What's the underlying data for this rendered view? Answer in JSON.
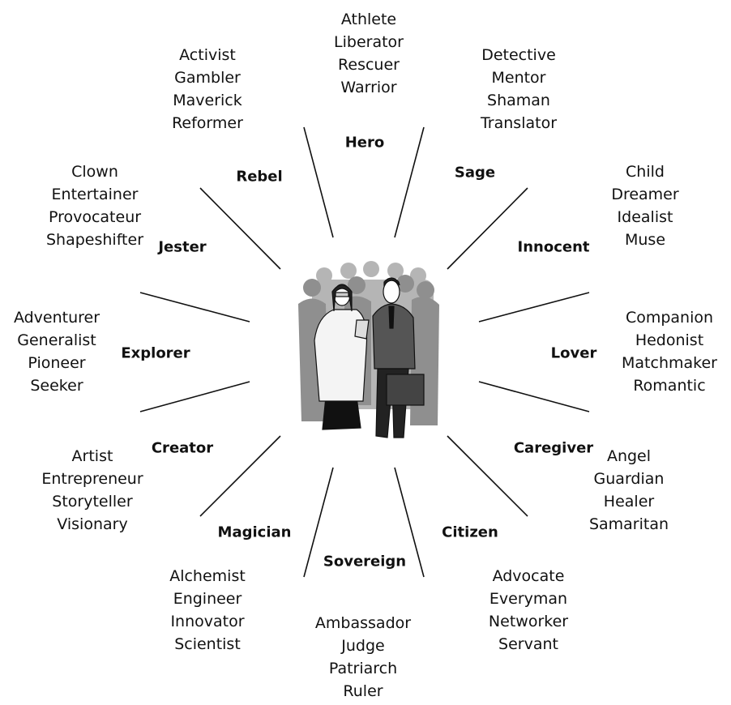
{
  "archetypes": {
    "hero": {
      "label": "Hero",
      "roles": [
        "Athlete",
        "Liberator",
        "Rescuer",
        "Warrior"
      ]
    },
    "sage": {
      "label": "Sage",
      "roles": [
        "Detective",
        "Mentor",
        "Shaman",
        "Translator"
      ]
    },
    "innocent": {
      "label": "Innocent",
      "roles": [
        "Child",
        "Dreamer",
        "Idealist",
        "Muse"
      ]
    },
    "lover": {
      "label": "Lover",
      "roles": [
        "Companion",
        "Hedonist",
        "Matchmaker",
        "Romantic"
      ]
    },
    "caregiver": {
      "label": "Caregiver",
      "roles": [
        "Angel",
        "Guardian",
        "Healer",
        "Samaritan"
      ]
    },
    "citizen": {
      "label": "Citizen",
      "roles": [
        "Advocate",
        "Everyman",
        "Networker",
        "Servant"
      ]
    },
    "sovereign": {
      "label": "Sovereign",
      "roles": [
        "Ambassador",
        "Judge",
        "Patriarch",
        "Ruler"
      ]
    },
    "magician": {
      "label": "Magician",
      "roles": [
        "Alchemist",
        "Engineer",
        "Innovator",
        "Scientist"
      ]
    },
    "creator": {
      "label": "Creator",
      "roles": [
        "Artist",
        "Entrepreneur",
        "Storyteller",
        "Visionary"
      ]
    },
    "explorer": {
      "label": "Explorer",
      "roles": [
        "Adventurer",
        "Generalist",
        "Pioneer",
        "Seeker"
      ]
    },
    "jester": {
      "label": "Jester",
      "roles": [
        "Clown",
        "Entertainer",
        "Provocateur",
        "Shapeshifter"
      ]
    },
    "rebel": {
      "label": "Rebel",
      "roles": [
        "Activist",
        "Gambler",
        "Maverick",
        "Reformer"
      ]
    }
  }
}
